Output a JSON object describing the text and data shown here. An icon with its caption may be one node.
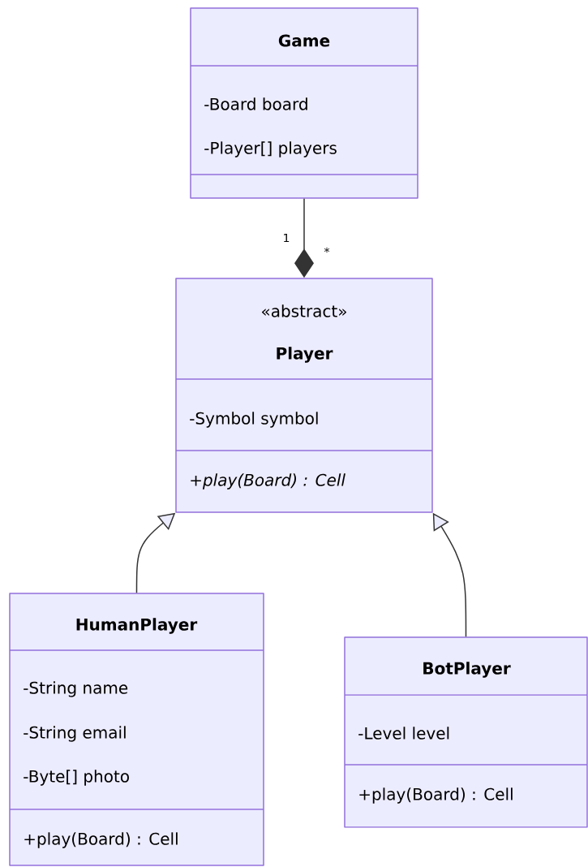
{
  "diagram": {
    "nodes": [
      {
        "text": [
          "Game",
          "-Board board",
          "-Player[] players"
        ]
      },
      {
        "text": [
          "«abstract»",
          "Player",
          "-Symbol symbol",
          "+*play(Board) : Cell*"
        ]
      },
      {
        "text": [
          "HumanPlayer",
          "-String name",
          "-String email",
          "-Byte[] photo",
          "+play(Board) : Cell"
        ]
      },
      {
        "text": [
          "BotPlayer",
          "-Level level",
          "+play(Board) : Cell"
        ]
      }
    ],
    "edges": [
      {
        "from": 0,
        "to": 1,
        "arrow": "other"
      },
      {
        "from": 2,
        "to": 1,
        "arrow": "to"
      },
      {
        "from": 3,
        "to": 1,
        "arrow": "to"
      }
    ],
    "labels": [
      "1",
      "*"
    ]
  }
}
